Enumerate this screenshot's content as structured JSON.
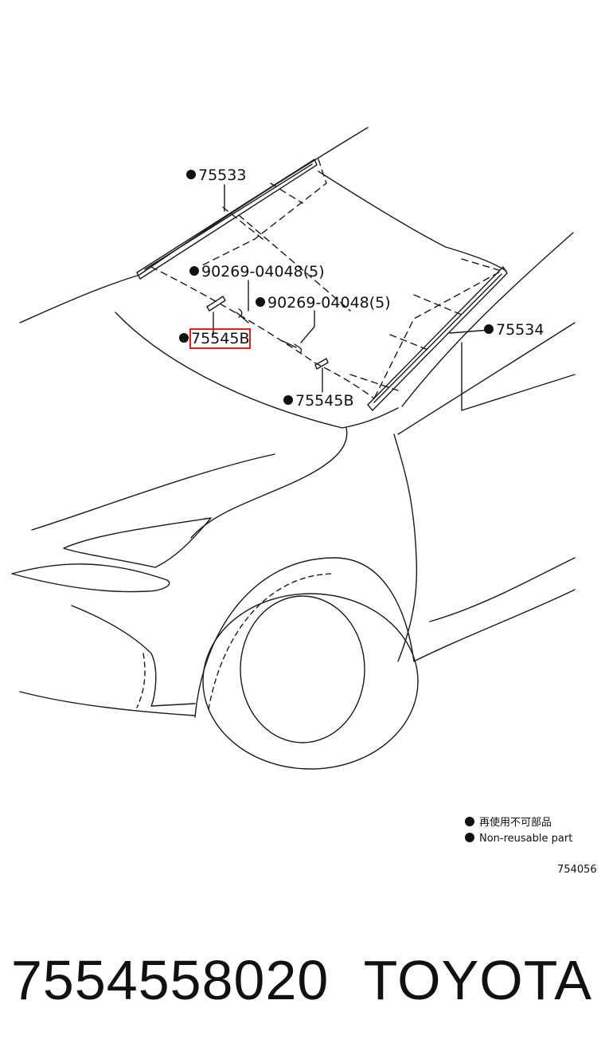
{
  "callouts": [
    {
      "id": "c1",
      "text": "75533",
      "marked": true,
      "highlighted": false
    },
    {
      "id": "c2",
      "text": "90269-04048(5)",
      "marked": true,
      "highlighted": false
    },
    {
      "id": "c3",
      "text": "90269-04048(5)",
      "marked": true,
      "highlighted": false
    },
    {
      "id": "c4",
      "text": "75545B",
      "marked": true,
      "highlighted": true
    },
    {
      "id": "c5",
      "text": "75534",
      "marked": true,
      "highlighted": false
    },
    {
      "id": "c6",
      "text": "75545B",
      "marked": true,
      "highlighted": false
    }
  ],
  "legend": {
    "line1": "再使用不可部品",
    "line2": "Non-reusable part"
  },
  "figure_code": "754056",
  "footer": {
    "part_number": "7554558020",
    "brand": "TOYOTA"
  },
  "colors": {
    "line": "#1a1a1a",
    "highlight": "#e02020"
  }
}
